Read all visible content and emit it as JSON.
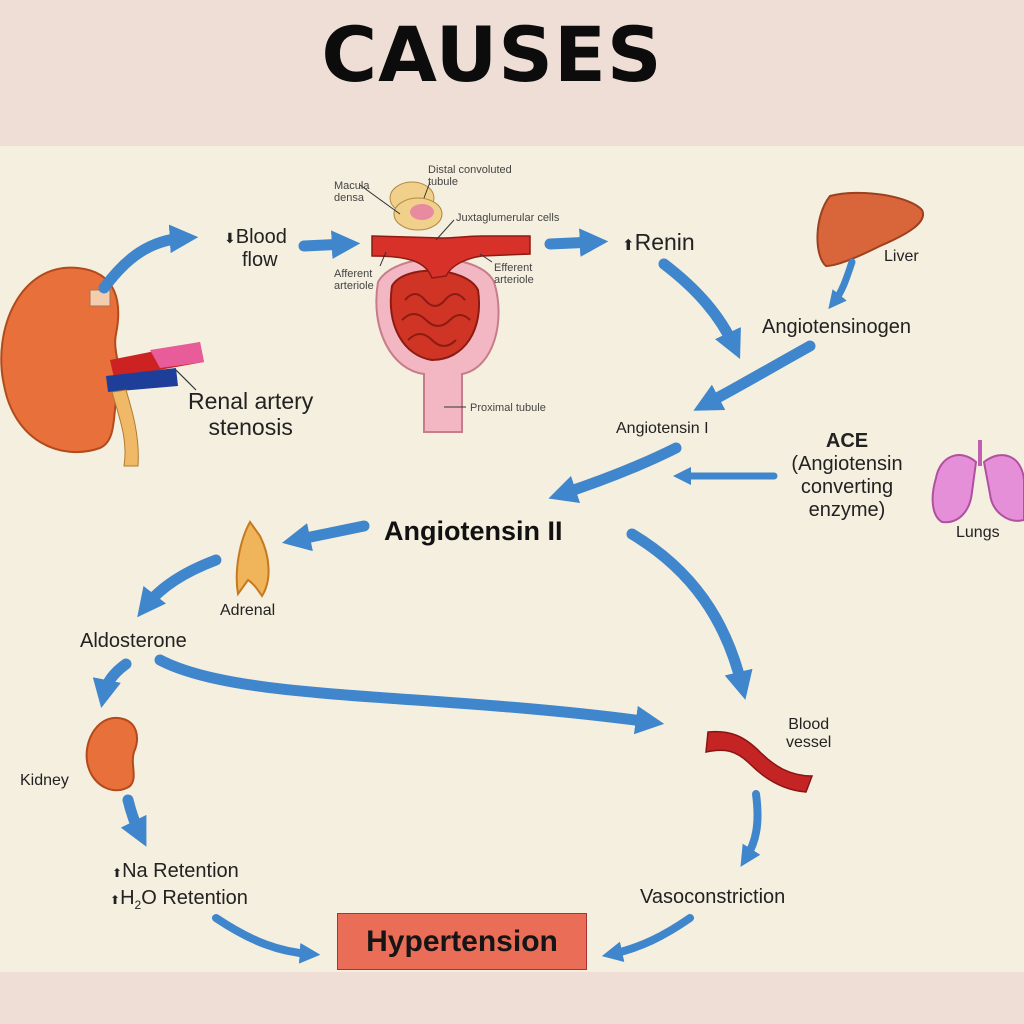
{
  "title": "CAUSES",
  "labels": {
    "blood_flow_arrow": "⬇",
    "blood_flow_1": "Blood",
    "blood_flow_2": "flow",
    "macula_densa_1": "Macula",
    "macula_densa_2": "densa",
    "distal_1": "Distal convoluted",
    "distal_2": "tubule",
    "juxta": "Juxtaglumerular cells",
    "afferent_1": "Afferent",
    "afferent_2": "arteriole",
    "efferent_1": "Efferent",
    "efferent_2": "arteriole",
    "proximal": "Proximal tubule",
    "renin_arrow": "⬆",
    "renin": "Renin",
    "liver": "Liver",
    "angiotensinogen": "Angiotensinogen",
    "renal_1": "Renal artery",
    "renal_2": "stenosis",
    "angiotensin_i": "Angiotensin I",
    "ace": "ACE",
    "ace_1": "(Angiotensin",
    "ace_2": "converting",
    "ace_3": "enzyme)",
    "lungs": "Lungs",
    "angiotensin_ii": "Angiotensin II",
    "adrenal": "Adrenal",
    "aldosterone": "Aldosterone",
    "blood_vessel_1": "Blood",
    "blood_vessel_2": "vessel",
    "kidney": "Kidney",
    "up_arrow": "⬆",
    "na_retention": "Na Retention",
    "h2o_h": "H",
    "h2o_2": "2",
    "h2o_o": "O Retention",
    "vasoconstriction": "Vasoconstriction",
    "hypertension": "Hypertension"
  },
  "colors": {
    "arrow": "#3f86cc",
    "kidney": "#e8703a",
    "liver": "#d9653a",
    "lungs": "#e58fd8",
    "vessel": "#c42424",
    "hypertension_box": "#e96d57"
  }
}
